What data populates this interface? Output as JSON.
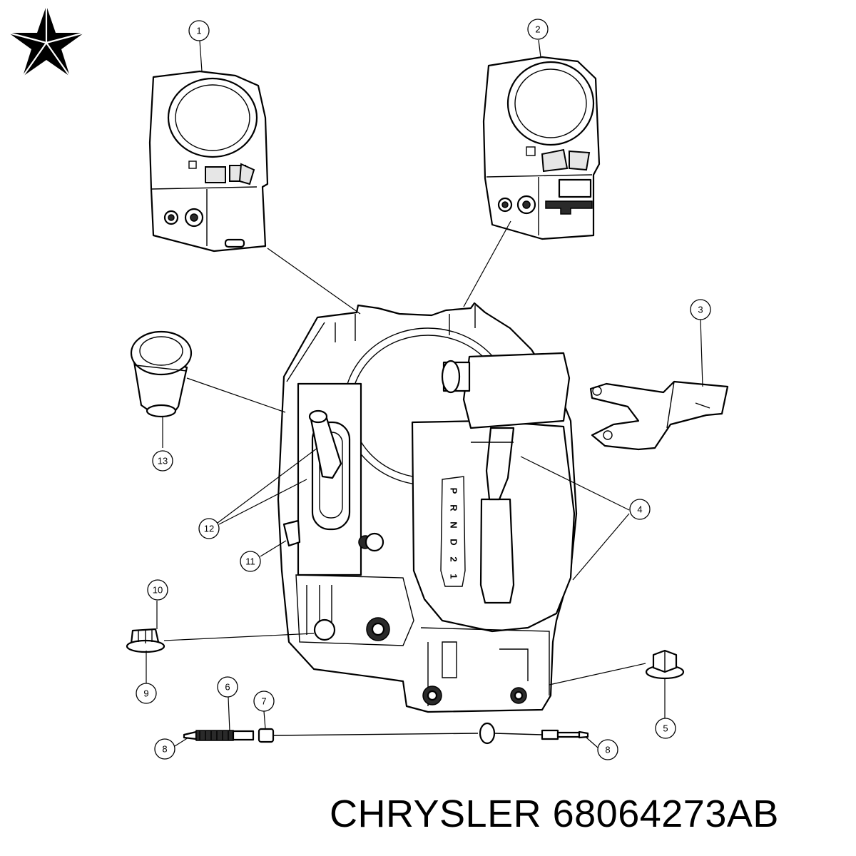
{
  "diagram": {
    "callouts": [
      {
        "id": "callout-1",
        "label": "1",
        "part": "left-trim-bezel"
      },
      {
        "id": "callout-2",
        "label": "2",
        "part": "right-trim-bezel"
      },
      {
        "id": "callout-3",
        "label": "3",
        "part": "mounting-bracket"
      },
      {
        "id": "callout-4",
        "label": "4",
        "part": "shifter-assembly"
      },
      {
        "id": "callout-5",
        "label": "5",
        "part": "flange-nut"
      },
      {
        "id": "callout-6",
        "label": "6",
        "part": "shift-cable"
      },
      {
        "id": "callout-7",
        "label": "7",
        "part": "cable-grommet"
      },
      {
        "id": "callout-8a",
        "label": "8",
        "part": "cable-end-left"
      },
      {
        "id": "callout-8b",
        "label": "8",
        "part": "cable-end-right"
      },
      {
        "id": "callout-9",
        "label": "9",
        "part": "nut"
      },
      {
        "id": "callout-10",
        "label": "10",
        "part": "nut-washer"
      },
      {
        "id": "callout-11",
        "label": "11",
        "part": "lock-clip"
      },
      {
        "id": "callout-12",
        "label": "12",
        "part": "manual-shift-lever"
      },
      {
        "id": "callout-13",
        "label": "13",
        "part": "shift-knob"
      }
    ],
    "gate_letters": [
      "P",
      "R",
      "N",
      "D",
      "2",
      "1"
    ]
  },
  "brand": {
    "logo_icon": "chrysler-pentastar-icon",
    "caption": "CHRYSLER 68064273AB"
  }
}
